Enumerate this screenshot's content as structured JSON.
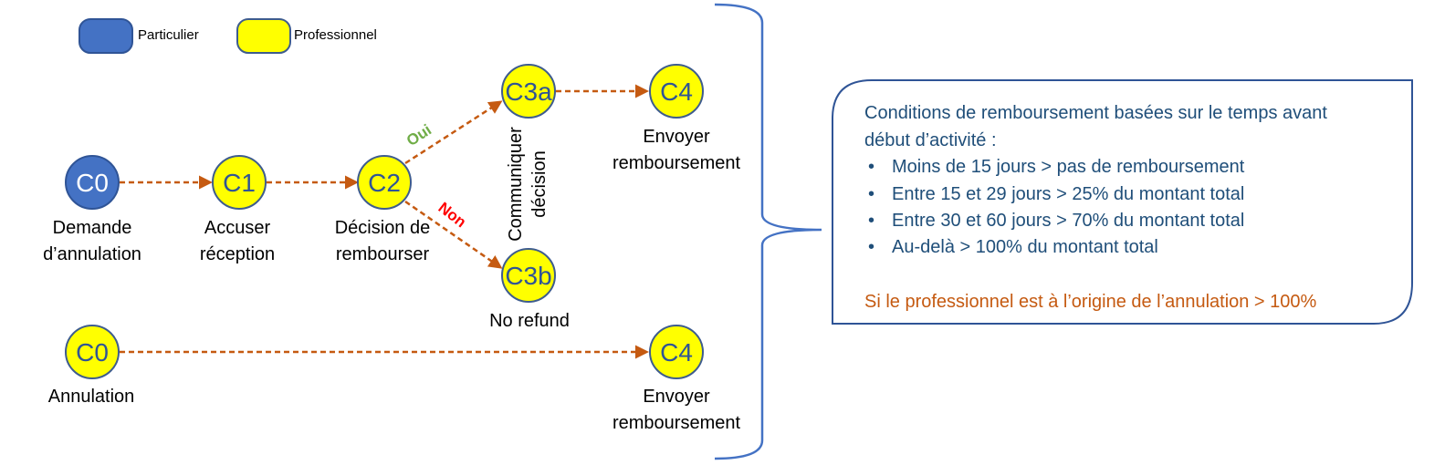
{
  "legend": {
    "particulier": {
      "label": "Particulier",
      "color": "#4472C4"
    },
    "professionnel": {
      "label": "Professionnel",
      "color": "#FFFF00"
    }
  },
  "colors": {
    "node_stroke": "#3E5C8E",
    "node_text": "#2F5496",
    "arrow": "#C55A11",
    "oui": "#70AD47",
    "non": "#FF0000",
    "brace": "#4472C4",
    "box_border": "#2F5496",
    "box_text": "#1F4E79",
    "box_note": "#C55A11"
  },
  "nodes": {
    "c0_top": {
      "id": "C0",
      "label_lines": [
        "Demande",
        "d’annulation"
      ]
    },
    "c1": {
      "id": "C1",
      "label_lines": [
        "Accuser",
        "réception"
      ]
    },
    "c2": {
      "id": "C2",
      "label_lines": [
        "Décision de",
        "rembourser"
      ]
    },
    "c3a": {
      "id": "C3a"
    },
    "c3b": {
      "id": "C3b",
      "label_lines": [
        "No refund"
      ]
    },
    "c4_top": {
      "id": "C4",
      "label_lines": [
        "Envoyer",
        "remboursement"
      ]
    },
    "c0_bottom": {
      "id": "C0",
      "label_lines": [
        "Annulation"
      ]
    },
    "c4_bottom": {
      "id": "C4",
      "label_lines": [
        "Envoyer",
        "remboursement"
      ]
    }
  },
  "branch_labels": {
    "oui": "Oui",
    "non": "Non"
  },
  "vertical_label_lines": [
    "Communiquer",
    "décision"
  ],
  "conditions": {
    "heading_lines": [
      "Conditions de remboursement basées sur le temps avant",
      "début d’activité :"
    ],
    "bullets": [
      "Moins de 15 jours > pas de remboursement",
      "Entre 15 et 29 jours > 25% du montant total",
      "Entre 30 et 60 jours > 70% du montant total",
      "Au-delà  > 100% du montant total"
    ],
    "note": "Si le professionnel est à l’origine de l’annulation > 100%"
  }
}
